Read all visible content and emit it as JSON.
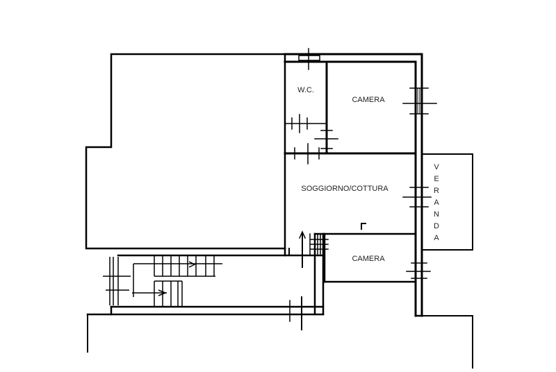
{
  "rooms": {
    "wc": "W.C.",
    "camera_top": "CAMERA",
    "soggiorno": "SOGGIORNO/COTTURA",
    "camera_bottom": "CAMERA",
    "veranda_letters": [
      "V",
      "E",
      "R",
      "A",
      "N",
      "D",
      "A"
    ]
  },
  "colors": {
    "line": "#000000",
    "background": "#ffffff"
  }
}
